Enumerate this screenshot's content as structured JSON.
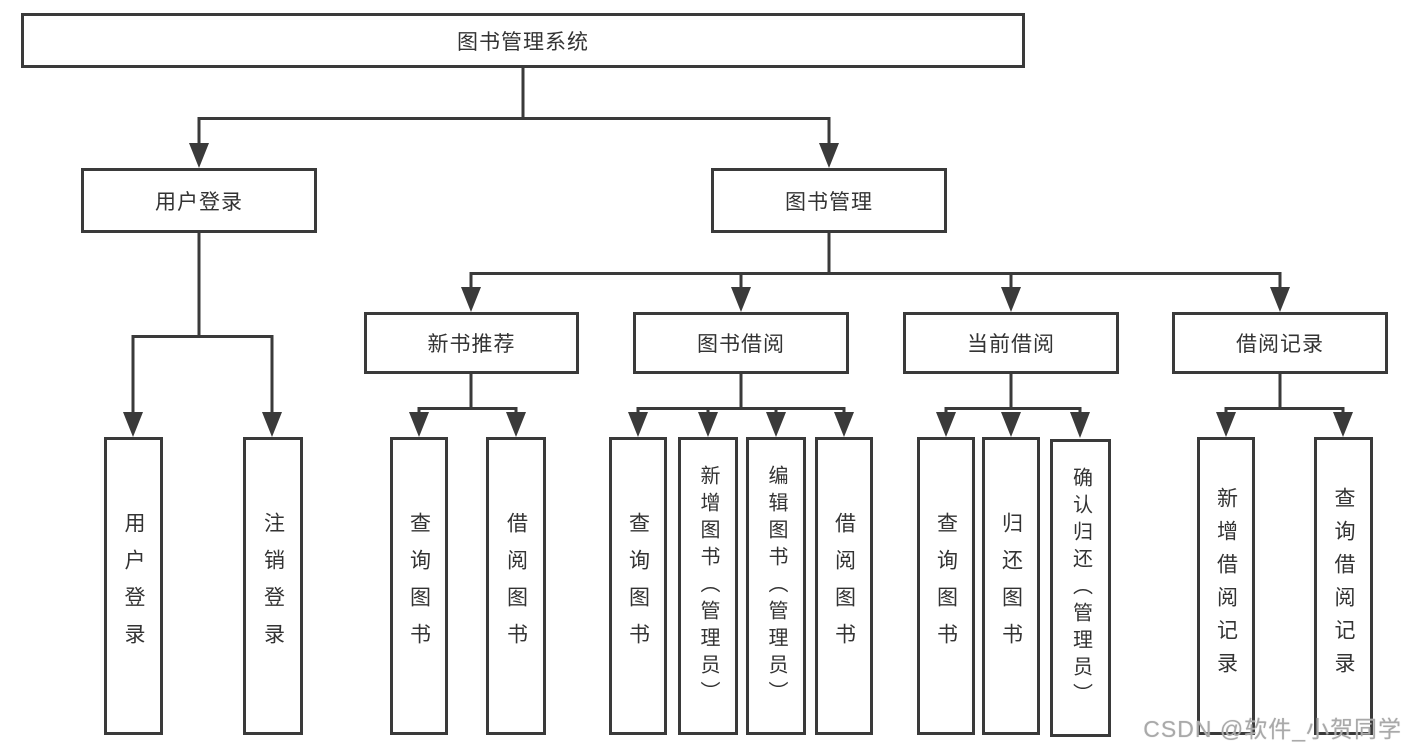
{
  "diagram": {
    "title": "图书管理系统",
    "nodes": {
      "root": "图书管理系统",
      "user_login": "用户登录",
      "book_mgmt": "图书管理",
      "new_book": "新书推荐",
      "book_borrow": "图书借阅",
      "current_borrow": "当前借阅",
      "borrow_record": "借阅记录"
    },
    "leaves": {
      "user_login": [
        "用户登录",
        "注销登录"
      ],
      "new_book": [
        "查询图书",
        "借阅图书"
      ],
      "book_borrow": [
        "查询图书",
        "新增图书（管理员）",
        "编辑图书（管理员）",
        "借阅图书"
      ],
      "current_borrow": [
        "查询图书",
        "归还图书",
        "确认归还（管理员）"
      ],
      "borrow_record": [
        "新增借阅记录",
        "查询借阅记录"
      ]
    },
    "watermark": "CSDN @软件_小贺同学",
    "colors": {
      "line": "#3a3a3a",
      "text": "#333333",
      "watermark": "#a9a9a9",
      "background": "#ffffff"
    }
  }
}
